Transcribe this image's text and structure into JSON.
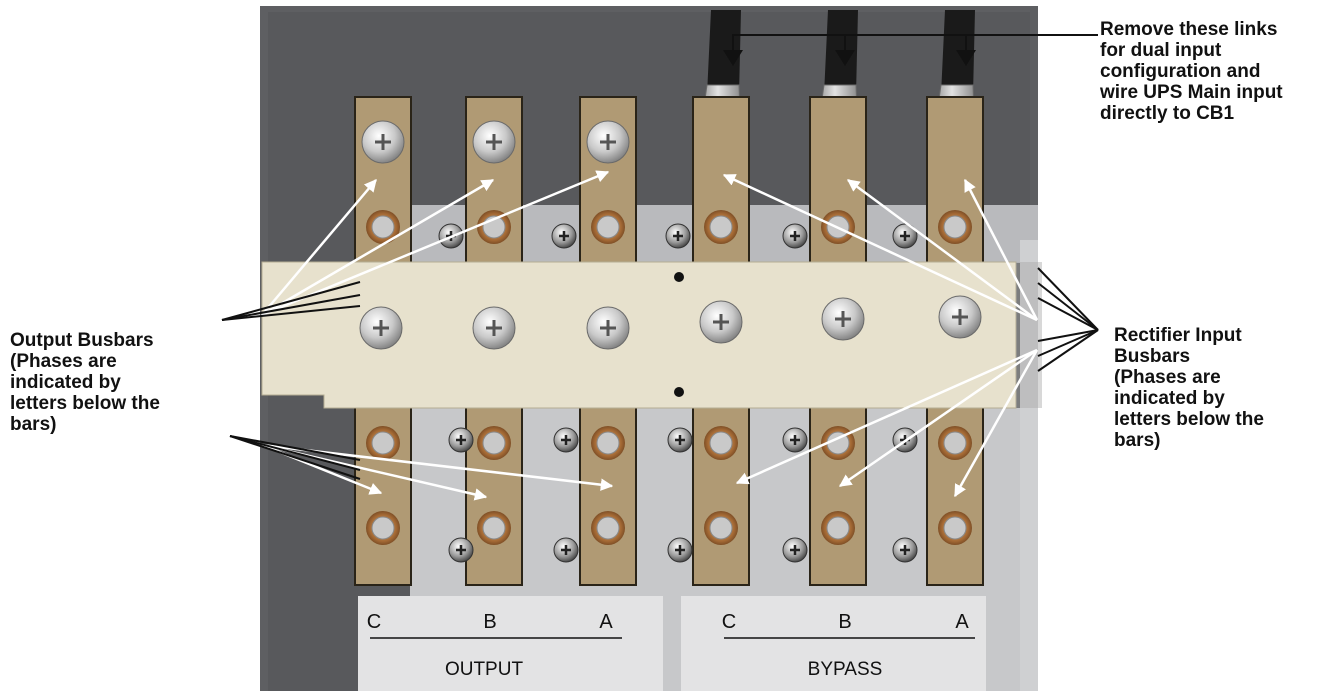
{
  "callouts": {
    "remove_links": {
      "lines": [
        "Remove these links",
        "for dual input",
        "configuration and",
        "wire UPS Main input",
        "directly to CB1"
      ]
    },
    "output_busbars": {
      "lines": [
        "Output Busbars",
        "(Phases are",
        "indicated by",
        "letters below the",
        "bars)"
      ]
    },
    "rectifier_busbars": {
      "lines": [
        "Rectifier Input",
        "Busbars",
        "(Phases are",
        "indicated by",
        "letters below the",
        "bars)"
      ]
    }
  },
  "panels": {
    "output": {
      "phases": [
        "C",
        "B",
        "A"
      ],
      "label": "OUTPUT"
    },
    "bypass": {
      "phases": [
        "C",
        "B",
        "A"
      ],
      "label": "BYPASS"
    }
  },
  "colors": {
    "enclosure": "#5e5f62",
    "busbar": "#b09a74",
    "insulator": "#e7e1cd",
    "backplate": "#c9cacc",
    "label_plate": "#e3e3e4",
    "cable": "#1a1a1a",
    "arrow": "#ffffff"
  }
}
